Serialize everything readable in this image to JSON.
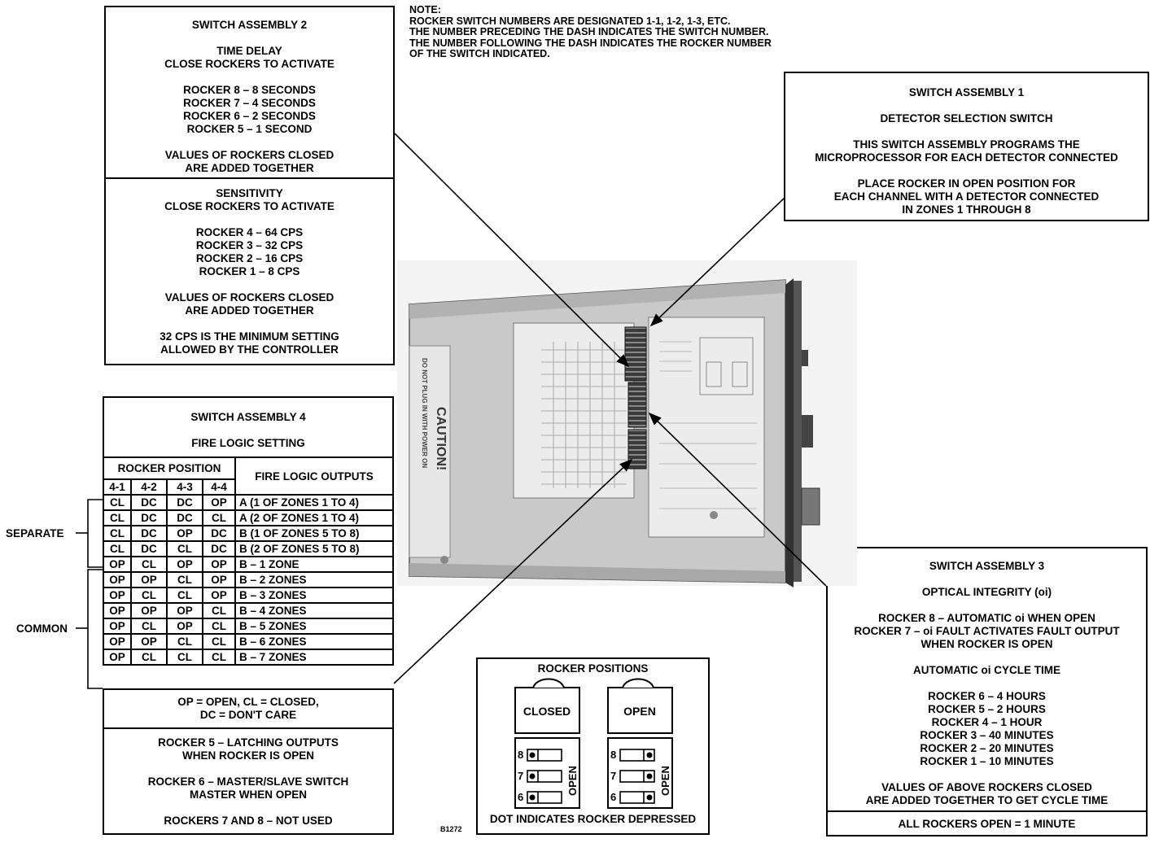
{
  "note": {
    "lines": [
      "NOTE:",
      "ROCKER SWITCH NUMBERS ARE DESIGNATED 1-1, 1-2, 1-3, ETC.",
      "THE NUMBER PRECEDING THE DASH INDICATES THE SWITCH NUMBER.",
      "THE NUMBER FOLLOWING THE DASH INDICATES THE ROCKER NUMBER",
      "OF THE SWITCH INDICATED."
    ]
  },
  "sa2_top": {
    "lines": [
      "SWITCH ASSEMBLY 2",
      "",
      "TIME DELAY",
      "CLOSE ROCKERS TO ACTIVATE",
      "",
      "ROCKER 8 – 8 SECONDS",
      "ROCKER 7 – 4 SECONDS",
      "ROCKER 6 – 2 SECONDS",
      "ROCKER 5 – 1 SECOND",
      "",
      "VALUES OF ROCKERS CLOSED",
      "ARE ADDED TOGETHER"
    ]
  },
  "sa2_bottom": {
    "lines": [
      "SENSITIVITY",
      "CLOSE ROCKERS TO ACTIVATE",
      "",
      "ROCKER 4 – 64 CPS",
      "ROCKER 3 – 32 CPS",
      "ROCKER 2 – 16 CPS",
      "ROCKER 1 – 8 CPS",
      "",
      "VALUES OF ROCKERS CLOSED",
      "ARE ADDED TOGETHER",
      "",
      "32 CPS IS THE MINIMUM SETTING",
      "ALLOWED BY THE CONTROLLER"
    ]
  },
  "sa1": {
    "lines": [
      "SWITCH ASSEMBLY 1",
      "",
      "DETECTOR SELECTION SWITCH",
      "",
      "THIS SWITCH ASSEMBLY PROGRAMS THE",
      "MICROPROCESSOR FOR EACH DETECTOR CONNECTED",
      "",
      "PLACE ROCKER IN OPEN POSITION FOR",
      "EACH CHANNEL WITH A DETECTOR CONNECTED",
      "IN ZONES 1 THROUGH 8"
    ]
  },
  "sa4": {
    "title": "SWITCH ASSEMBLY 4",
    "subtitle": "FIRE LOGIC SETTING",
    "rocker_position_header": "ROCKER POSITION",
    "outputs_header": "FIRE LOGIC OUTPUTS",
    "columns": [
      "4-1",
      "4-2",
      "4-3",
      "4-4"
    ],
    "rows": [
      [
        "CL",
        "DC",
        "DC",
        "OP",
        "A (1 OF ZONES 1 TO 4)"
      ],
      [
        "CL",
        "DC",
        "DC",
        "CL",
        "A (2 OF ZONES 1 TO 4)"
      ],
      [
        "CL",
        "DC",
        "OP",
        "DC",
        "B (1 OF ZONES 5 TO 8)"
      ],
      [
        "CL",
        "DC",
        "CL",
        "DC",
        "B (2 OF ZONES 5 TO 8)"
      ],
      [
        "OP",
        "CL",
        "OP",
        "OP",
        "B – 1 ZONE"
      ],
      [
        "OP",
        "OP",
        "CL",
        "OP",
        "B – 2 ZONES"
      ],
      [
        "OP",
        "CL",
        "CL",
        "OP",
        "B – 3 ZONES"
      ],
      [
        "OP",
        "OP",
        "OP",
        "CL",
        "B – 4 ZONES"
      ],
      [
        "OP",
        "CL",
        "OP",
        "CL",
        "B – 5 ZONES"
      ],
      [
        "OP",
        "OP",
        "CL",
        "CL",
        "B – 6 ZONES"
      ],
      [
        "OP",
        "CL",
        "CL",
        "CL",
        "B – 7 ZONES"
      ]
    ],
    "legend_lines": [
      "OP = OPEN, CL = CLOSED,",
      "DC = DON'T CARE"
    ],
    "footer_lines": [
      "ROCKER 5 – LATCHING OUTPUTS",
      "WHEN ROCKER IS OPEN",
      "",
      "ROCKER 6 – MASTER/SLAVE SWITCH",
      "MASTER WHEN OPEN",
      "",
      "ROCKERS 7 AND 8 – NOT USED"
    ],
    "separate_label": "SEPARATE",
    "common_label": "COMMON"
  },
  "sa3": {
    "lines": [
      "SWITCH ASSEMBLY 3",
      "",
      "OPTICAL INTEGRITY (oi)",
      "",
      "ROCKER 8 – AUTOMATIC oi WHEN OPEN",
      "ROCKER 7 – oi FAULT ACTIVATES FAULT OUTPUT",
      "WHEN ROCKER IS OPEN",
      "",
      "AUTOMATIC oi CYCLE TIME",
      "",
      "ROCKER 6 – 4 HOURS",
      "ROCKER 5 – 2 HOURS",
      "ROCKER 4 – 1 HOUR",
      "ROCKER 3 – 40 MINUTES",
      "ROCKER 2 – 20 MINUTES",
      "ROCKER 1 – 10 MINUTES",
      "",
      "VALUES OF ABOVE ROCKERS CLOSED",
      "ARE ADDED TOGETHER TO GET CYCLE TIME"
    ],
    "footer": "ALL ROCKERS OPEN = 1 MINUTE"
  },
  "rocker": {
    "title": "ROCKER POSITIONS",
    "closed_label": "CLOSED",
    "open_label": "OPEN",
    "numbers": [
      "8",
      "7",
      "6"
    ],
    "open_vertical": "OPEN",
    "footer": "DOT INDICATES ROCKER DEPRESSED"
  },
  "photo": {
    "caution_text": "CAUTION!",
    "caution_sub": "DO NOT PLUG IN WITH POWER ON"
  },
  "figure_code": "B1272"
}
